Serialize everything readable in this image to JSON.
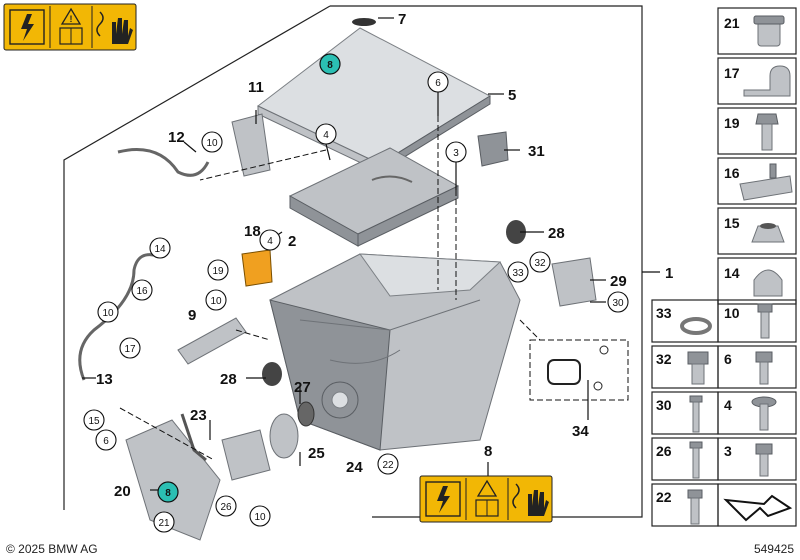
{
  "copyright": "© 2025 BMW AG",
  "diagram_id": "549425",
  "warning_labels": {
    "top_left": "",
    "bottom_callout": "8"
  },
  "callouts": {
    "c1": "1",
    "c2": "2",
    "c3": "3",
    "c4a": "4",
    "c4b": "4",
    "c5": "5",
    "c6a": "6",
    "c6b": "6",
    "c7": "7",
    "c8a": "8",
    "c8b": "8",
    "c9": "9",
    "c10a": "10",
    "c10b": "10",
    "c10c": "10",
    "c10d": "10",
    "c11": "11",
    "c12": "12",
    "c13": "13",
    "c14": "14",
    "c15": "15",
    "c16": "16",
    "c17": "17",
    "c18": "18",
    "c19": "19",
    "c20": "20",
    "c21": "21",
    "c22": "22",
    "c23": "23",
    "c24": "24",
    "c25": "25",
    "c26": "26",
    "c27": "27",
    "c28a": "28",
    "c28b": "28",
    "c29": "29",
    "c30": "30",
    "c31": "31",
    "c32": "32",
    "c33": "33",
    "c34": "34"
  },
  "side_parts": {
    "r21": "21",
    "r17": "17",
    "r19": "19",
    "r16": "16",
    "r15": "15",
    "r14": "14",
    "g33": "33",
    "g10": "10",
    "g32": "32",
    "g6": "6",
    "g30": "30",
    "g4": "4",
    "g26": "26",
    "g3": "3",
    "g22": "22"
  },
  "colors": {
    "warning": "#f2b705",
    "teal": "#2bbfb3",
    "part": "#bfc2c6",
    "accent_orange": "#f0a020"
  }
}
